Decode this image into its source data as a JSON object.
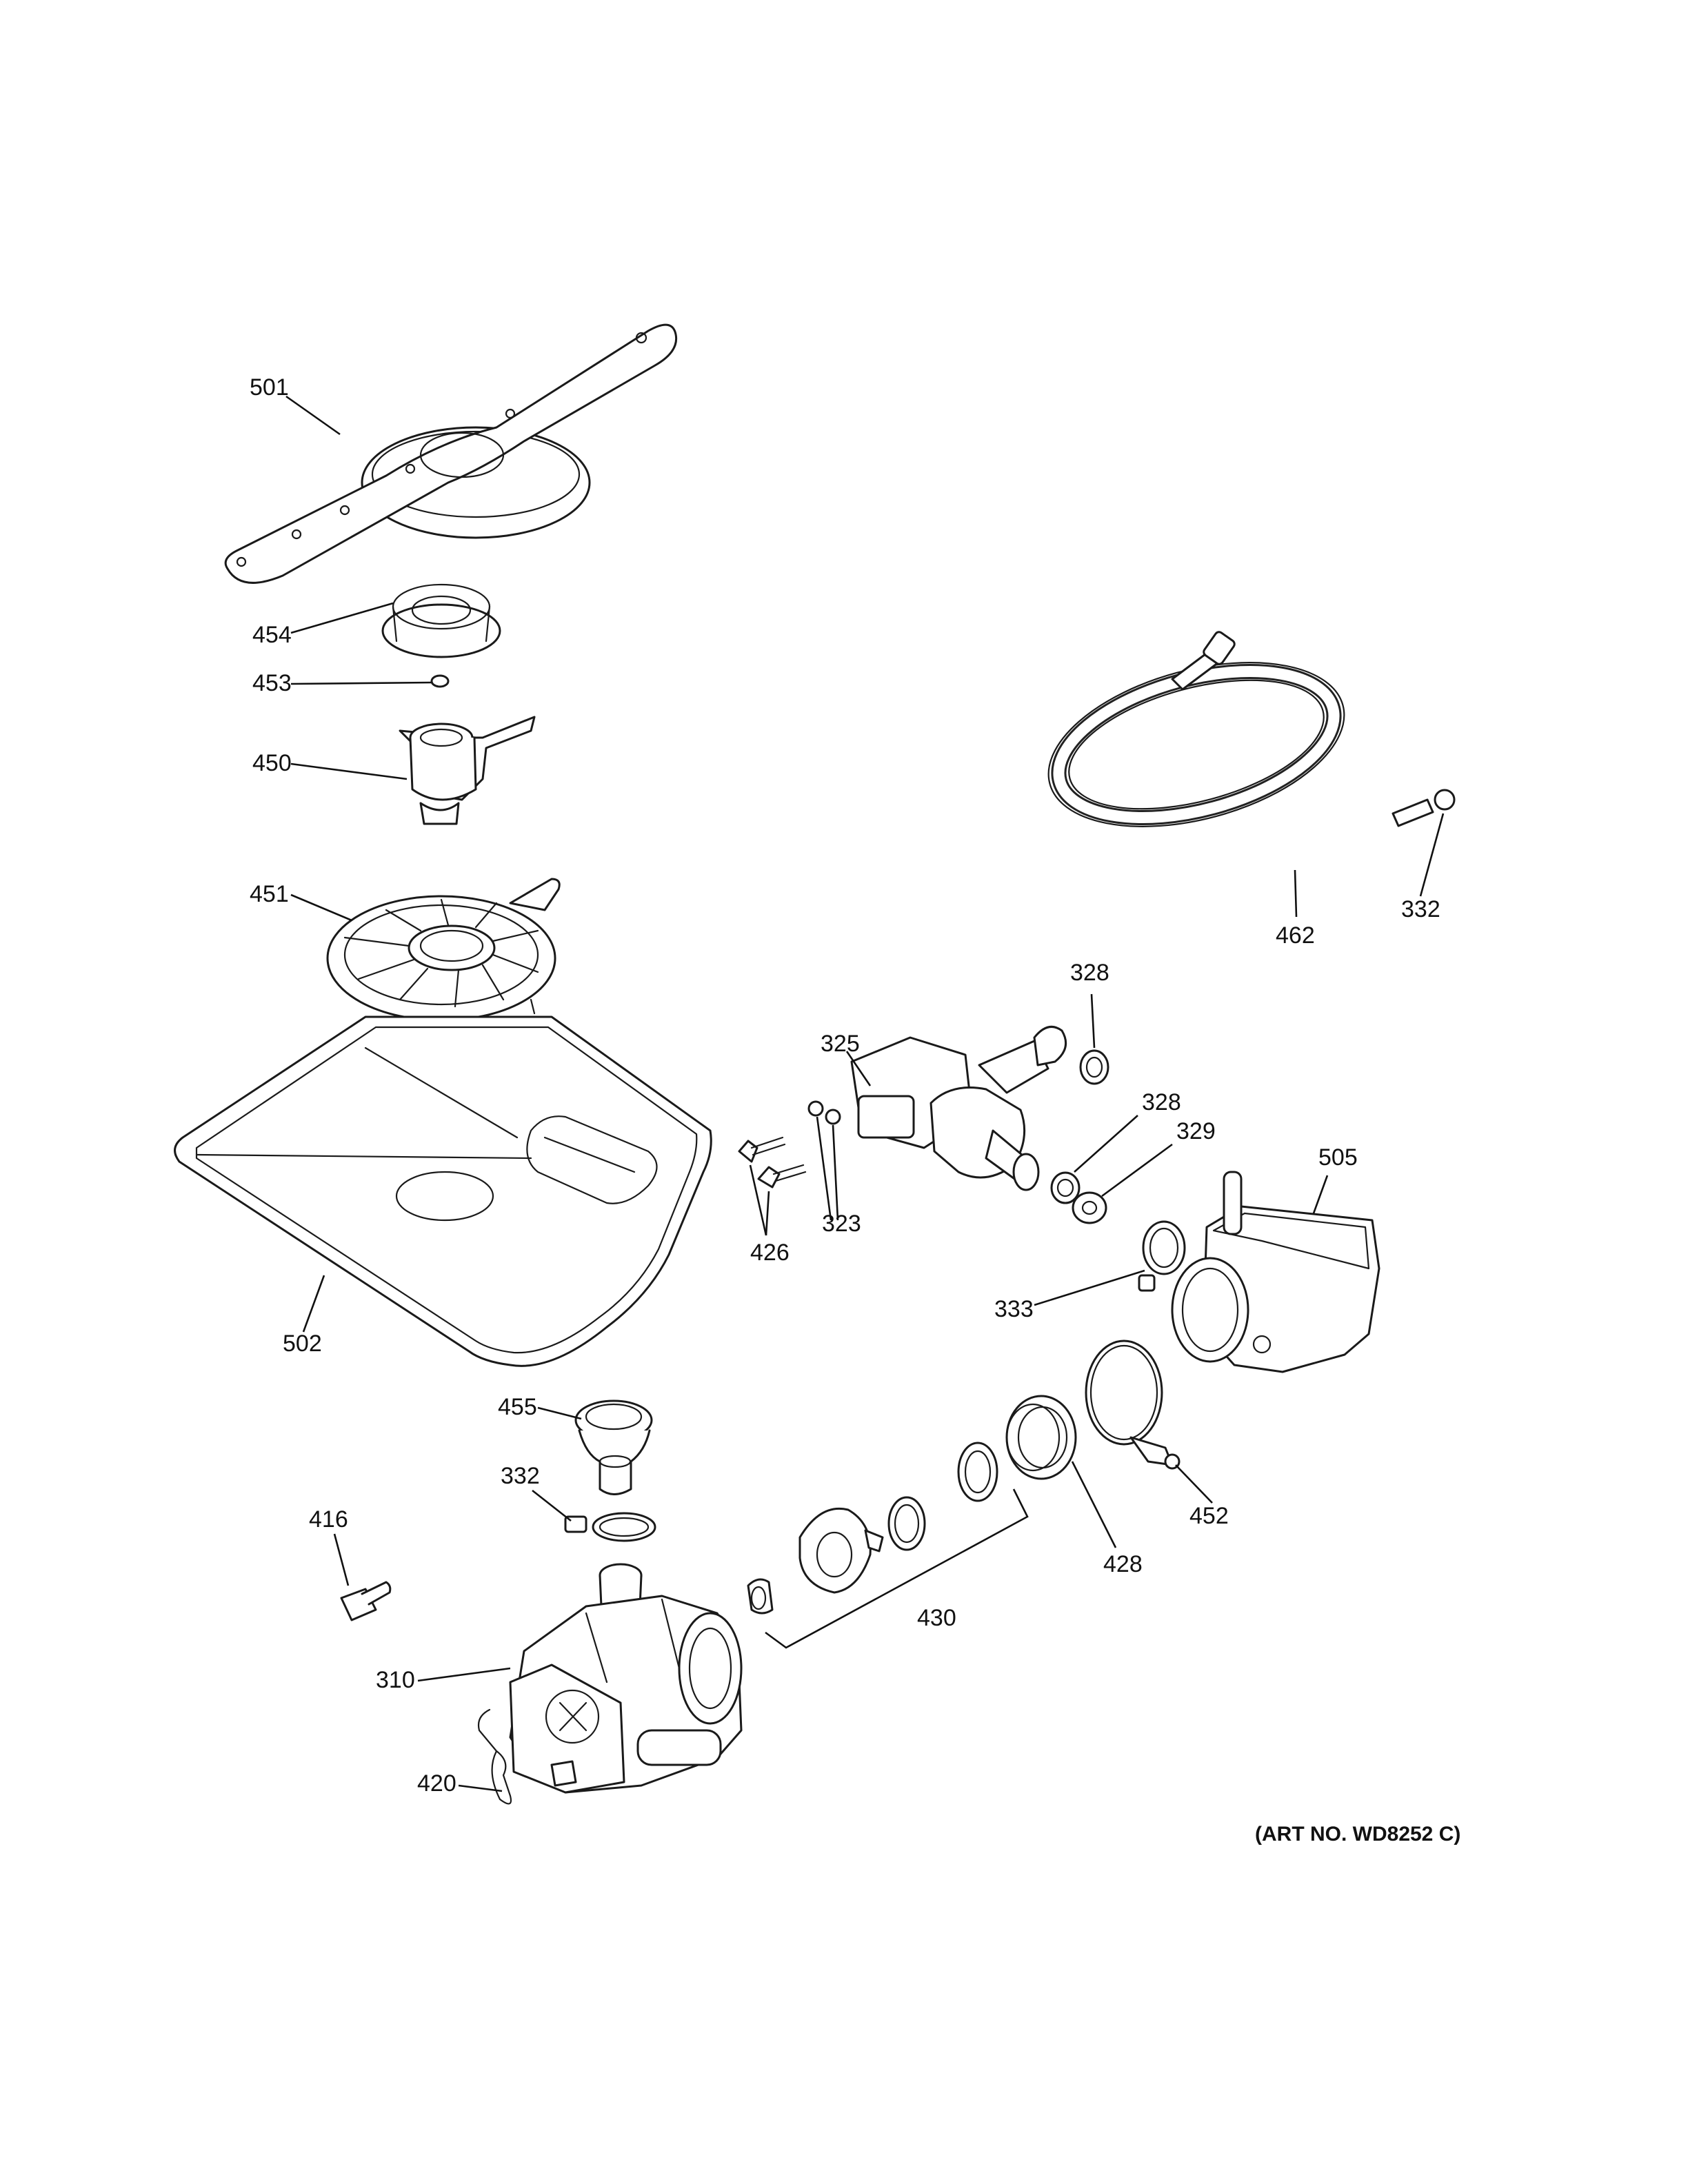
{
  "callouts": {
    "c501": "501",
    "c454": "454",
    "c453": "453",
    "c450": "450",
    "c451": "451",
    "c502": "502",
    "c455": "455",
    "c332a": "332",
    "c416": "416",
    "c310": "310",
    "c420": "420",
    "c426": "426",
    "c323": "323",
    "c325": "325",
    "c328a": "328",
    "c328b": "328",
    "c329": "329",
    "c505": "505",
    "c333": "333",
    "c452": "452",
    "c428": "428",
    "c430": "430",
    "c462": "462",
    "c332b": "332"
  },
  "art_number": "(ART NO. WD8252 C)"
}
